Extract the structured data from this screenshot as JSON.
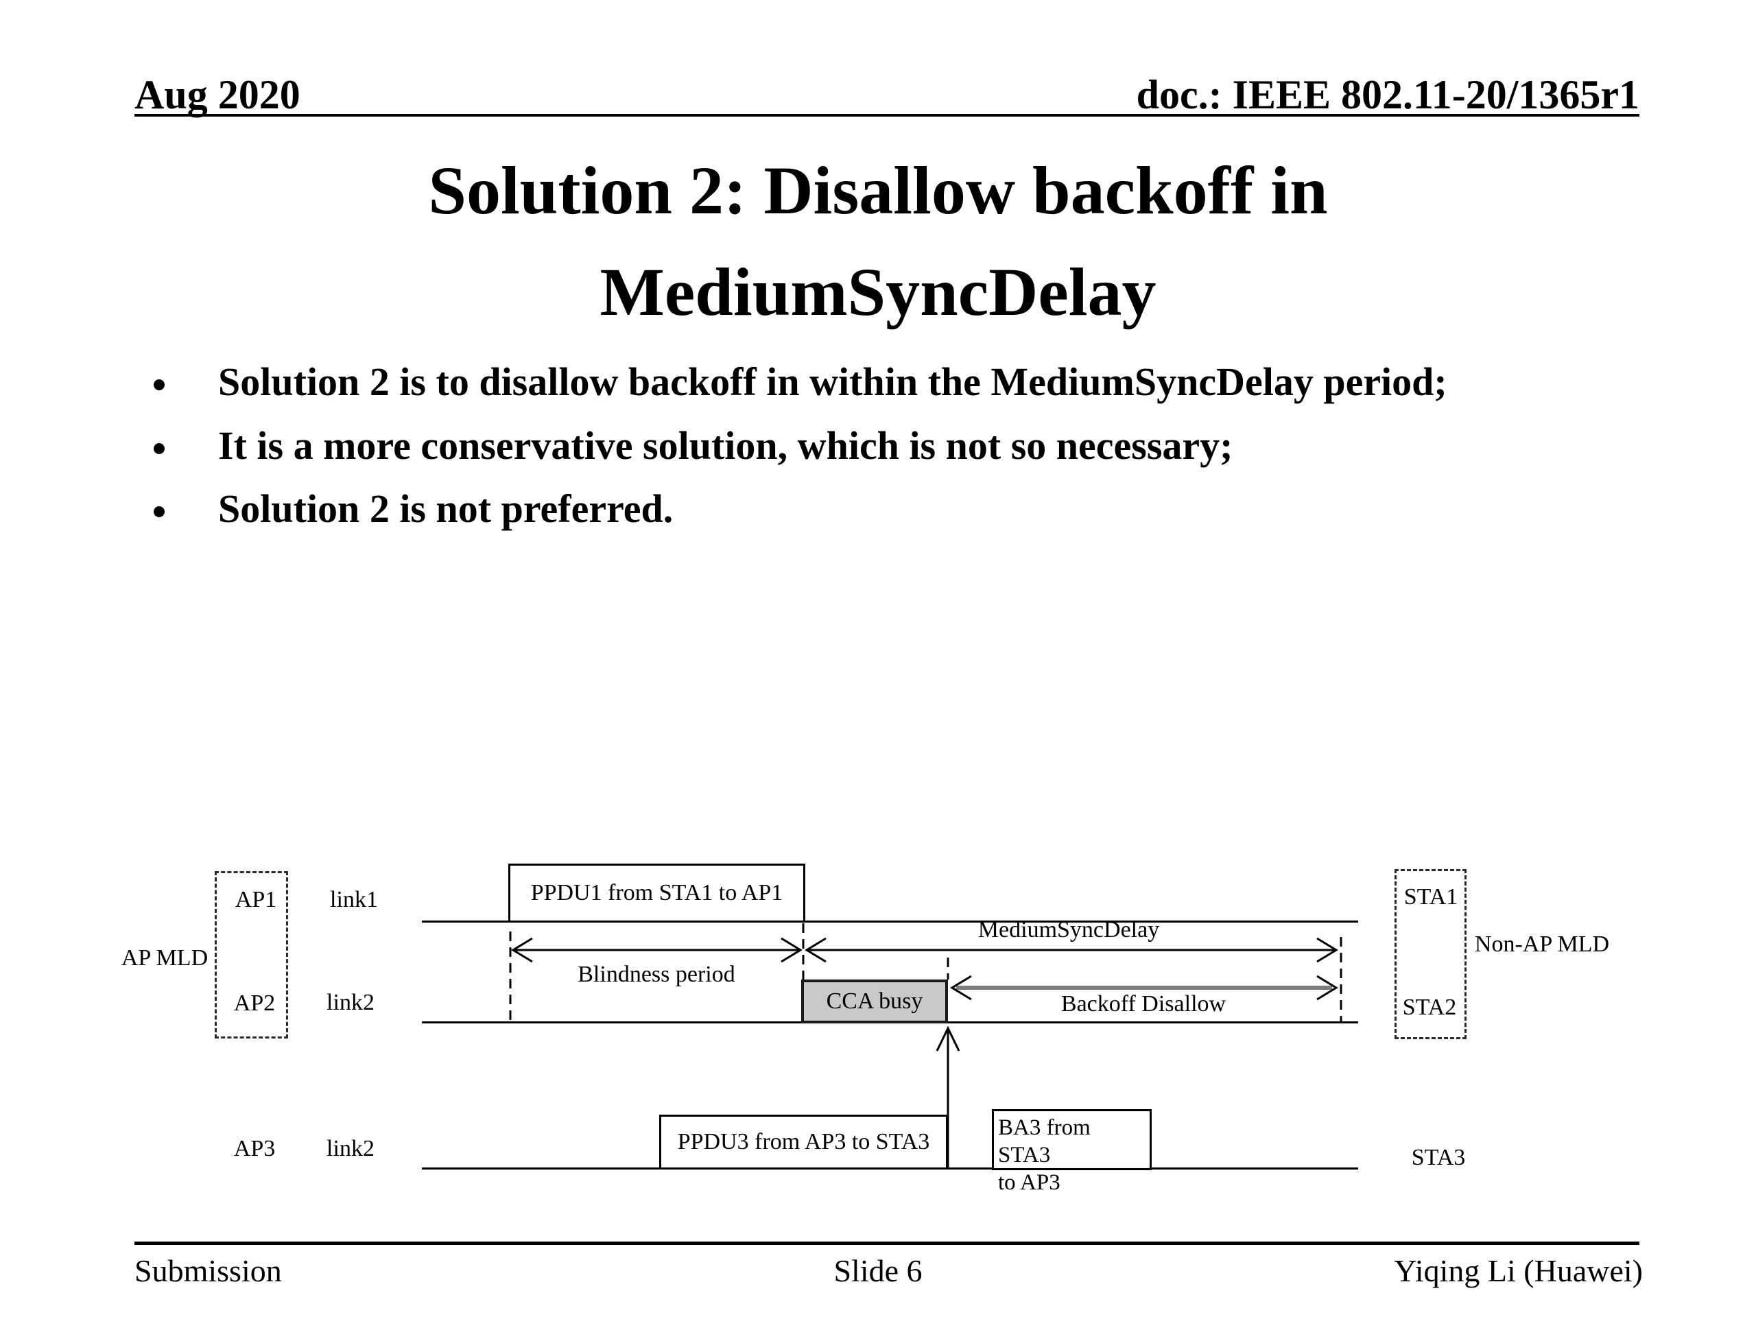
{
  "header": {
    "date": "Aug 2020",
    "doc_id": "doc.: IEEE 802.11-20/1365r1"
  },
  "title": {
    "line1": "Solution 2: Disallow backoff in",
    "line2": "MediumSyncDelay"
  },
  "bullets": [
    "Solution 2 is to disallow backoff in within the MediumSyncDelay period;",
    "It is a more conservative solution, which is not so necessary;",
    "Solution 2 is not preferred."
  ],
  "diagram": {
    "ap_mld": "AP MLD",
    "ap1": "AP1",
    "ap2": "AP2",
    "ap3": "AP3",
    "link1": "link1",
    "link2": "link2",
    "link2_ap3": "link2",
    "ppdu1": "PPDU1 from STA1 to AP1",
    "ppdu3": "PPDU3 from AP3 to STA3",
    "ba3_line1": "BA3 from STA3",
    "ba3_line2": "to AP3",
    "cca_busy": "CCA busy",
    "blindness_period": "Blindness period",
    "medium_sync_delay": "MediumSyncDelay",
    "backoff_disallow": "Backoff Disallow",
    "sta1": "STA1",
    "sta2": "STA2",
    "sta3": "STA3",
    "non_ap_mld": "Non-AP MLD",
    "colors": {
      "cca_fill": "#c9c9c9",
      "backoff_shaft": "#7d7d7d",
      "line": "#000000"
    }
  },
  "footer": {
    "left": "Submission",
    "center": "Slide 6",
    "right": "Yiqing Li (Huawei)"
  }
}
